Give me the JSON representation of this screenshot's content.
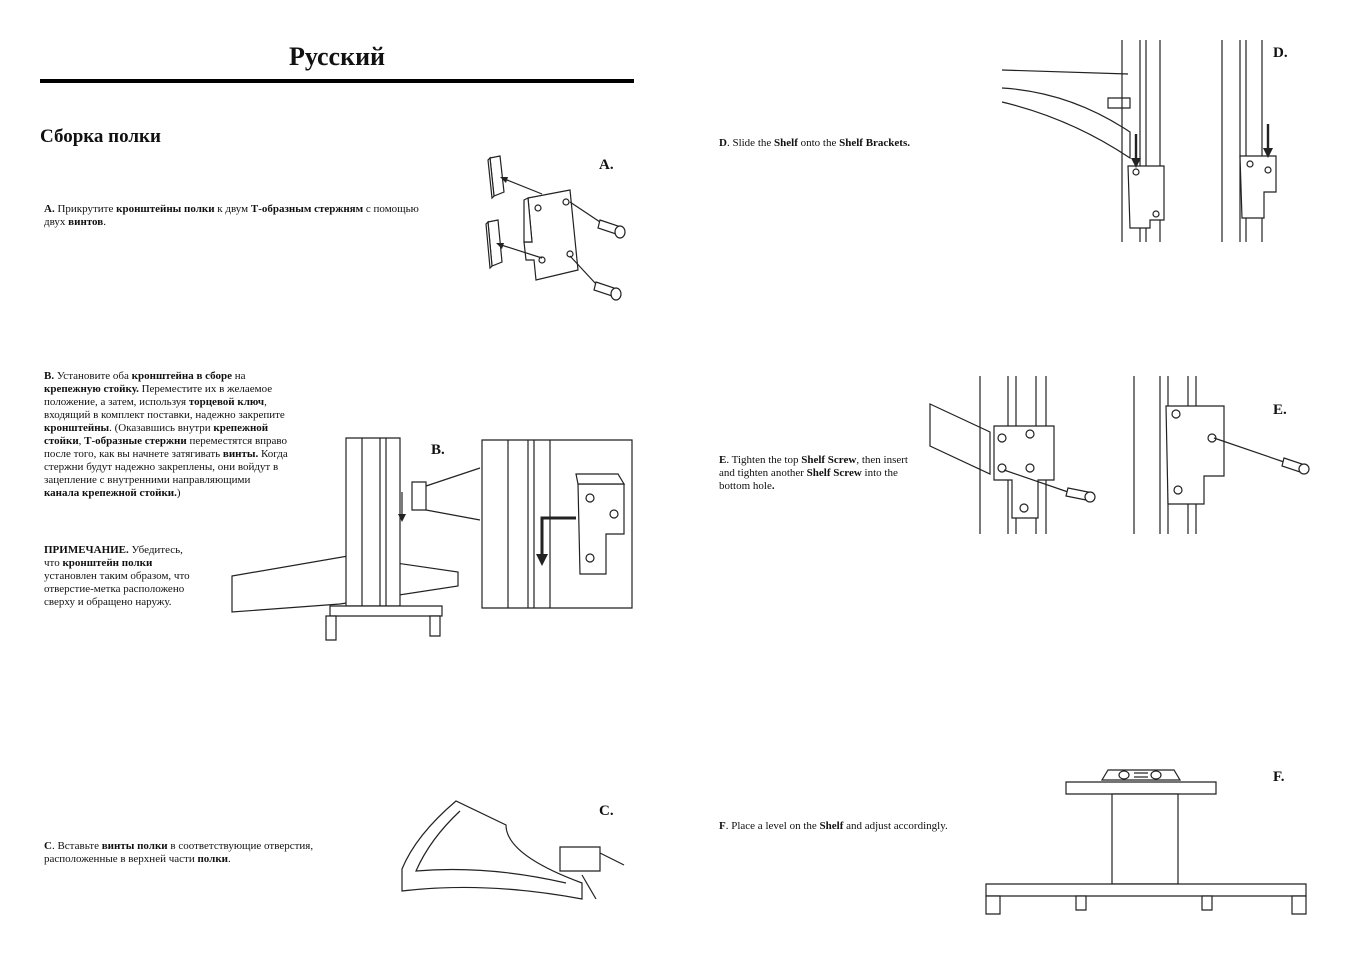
{
  "page": {
    "title": "Русский",
    "section_title": "Сборка полки"
  },
  "labels": {
    "a": "A.",
    "b": "B.",
    "c": "C.",
    "d": "D.",
    "e": "E.",
    "f": "F."
  },
  "step_a": {
    "letter": "A.",
    "t1": " Прикрутите ",
    "b1": "кронштейны полки",
    "t2": " к двум ",
    "b2": "Т-образным стержням",
    "t3": " с помощью двух ",
    "b3": "винтов",
    "t4": "."
  },
  "step_b": {
    "letter": "B.",
    "t1": " Установите оба ",
    "b1": "кронштейна в сборе",
    "t2": " на ",
    "b2": "крепежную стойку.",
    "t3": "  Переместите их в желаемое положение, а затем, используя ",
    "b3": "торцевой ключ",
    "t4": ", входящий в комплект поставки, надежно закрепите ",
    "b4": "кронштейны",
    "t5": ". (Оказавшись внутри ",
    "b5": "крепежной стойки",
    "t6": ", ",
    "b6": "Т-образные стержни",
    "t7": " переместятся вправо после того, как вы начнете затягивать ",
    "b7": "винты.",
    "t8": "   Когда стержни будут надежно закреплены, они войдут в зацепление с внутренними направляющими ",
    "b8": "канала крепежной стойки.",
    "t9": ")"
  },
  "note_b": {
    "b1": "ПРИМЕЧАНИЕ.",
    "t1": " Убедитесь, что ",
    "b2": "кронштейн полки",
    "t2": " установлен таким образом, что отверстие-метка расположено сверху и обращено наружу."
  },
  "step_c": {
    "letter": "C",
    "t1": ".   Вставьте ",
    "b1": "винты полки",
    "t2": " в соответствующие отверстия, расположенные в верхней части ",
    "b2": "полки",
    "t3": "."
  },
  "step_d": {
    "letter": "D",
    "t1": ".   Slide the ",
    "b1": "Shelf",
    "t2": " onto the ",
    "b2": "Shelf Brackets."
  },
  "step_e": {
    "letter": "E",
    "t1": ".   Tighten the top ",
    "b1": "Shelf Screw",
    "t2": ", then insert and tighten another ",
    "b2": "Shelf Screw",
    "t3": " into the bottom hole",
    "b3": "."
  },
  "step_f": {
    "letter": "F",
    "t1": ".   Place a level on the ",
    "b1": "Shelf",
    "t2": " and adjust accordingly."
  }
}
